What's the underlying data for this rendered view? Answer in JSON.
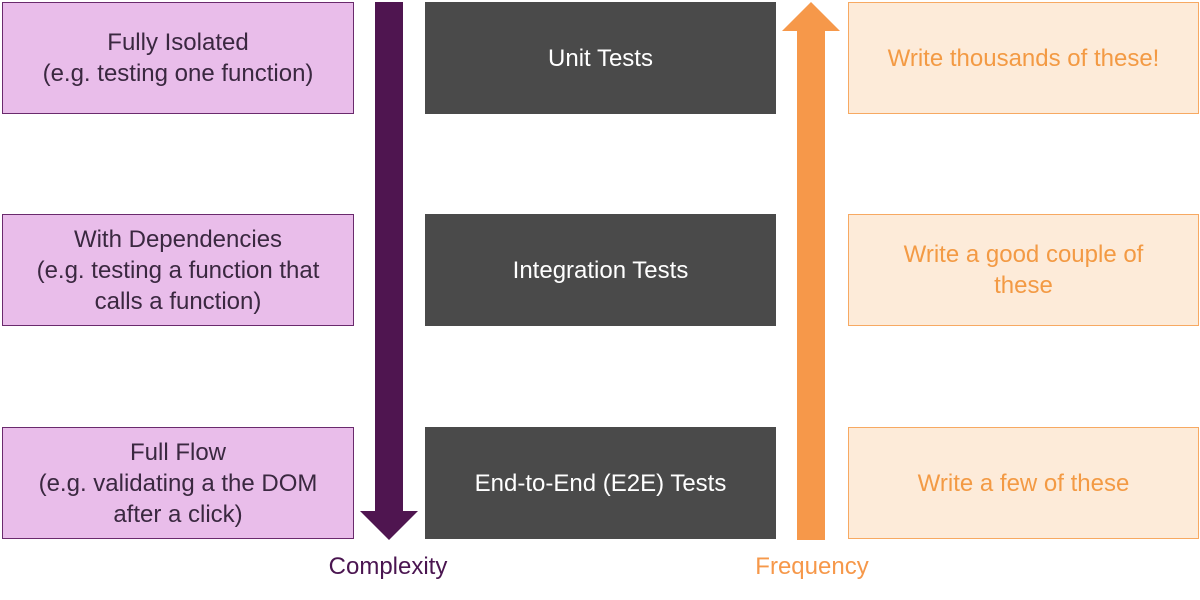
{
  "diagram": {
    "rows": [
      {
        "scope": "Fully Isolated\n(e.g. testing one function)",
        "test_type": "Unit Tests",
        "frequency": "Write thousands of these!"
      },
      {
        "scope": "With Dependencies\n(e.g. testing a function that\ncalls a function)",
        "test_type": "Integration Tests",
        "frequency": "Write a good couple of\nthese"
      },
      {
        "scope": "Full Flow\n(e.g. validating a the DOM\nafter a click)",
        "test_type": "End-to-End (E2E) Tests",
        "frequency": "Write a few of these"
      }
    ],
    "axes": {
      "complexity_label": "Complexity",
      "frequency_label": "Frequency"
    },
    "colors": {
      "scope_fill": "#e9bdea",
      "scope_border": "#6a2a6d",
      "test_type_fill": "#4a4a4a",
      "frequency_fill": "#fdebd9",
      "frequency_border": "#f7a962",
      "frequency_text": "#f39a44",
      "complexity_arrow": "#4f1550",
      "frequency_arrow": "#f6984a"
    }
  }
}
